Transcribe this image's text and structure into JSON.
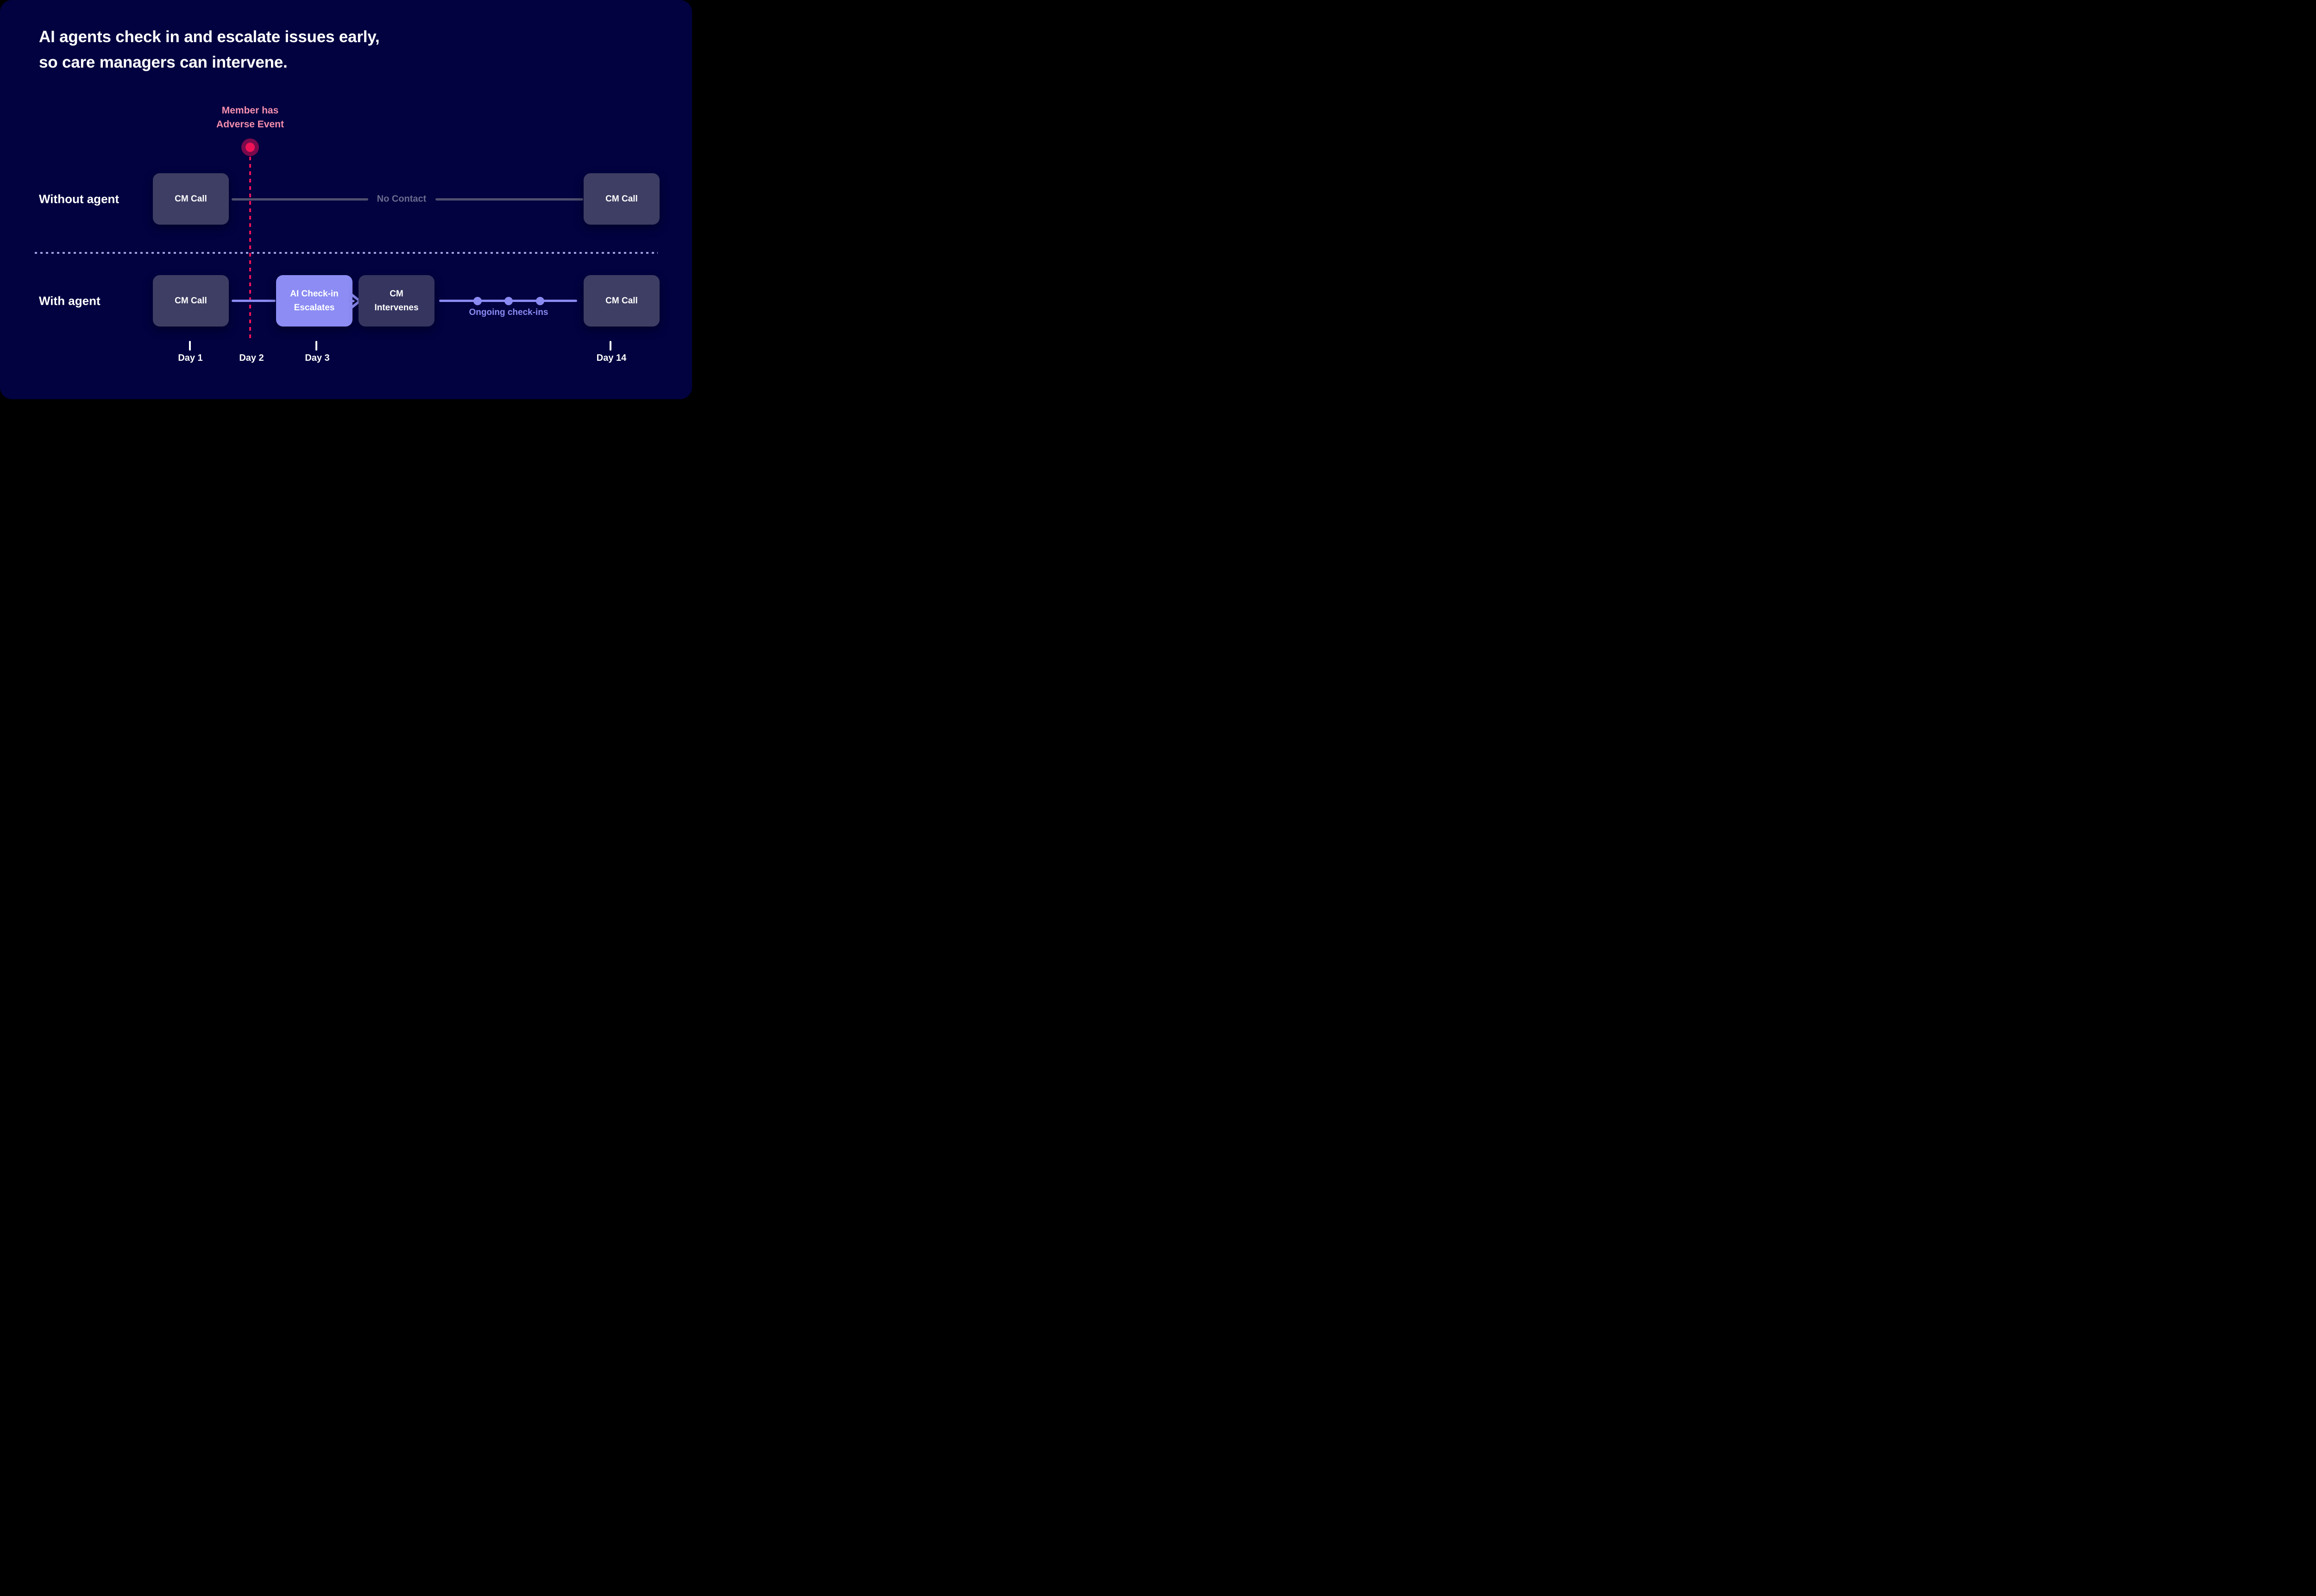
{
  "title": {
    "line1": "AI agents check in and escalate issues early,",
    "line2": "so care managers can intervene."
  },
  "event_marker": {
    "label_line1": "Member has",
    "label_line2": "Adverse Event"
  },
  "rows": {
    "without": {
      "label": "Without agent",
      "box_start": "CM Call",
      "segment_label": "No Contact",
      "box_end": "CM Call"
    },
    "with": {
      "label": "With agent",
      "box_start": "CM Call",
      "escalate_box_line1": "AI Check-in",
      "escalate_box_line2": "Escalates",
      "intervene_box_line1": "CM",
      "intervene_box_line2": "Intervenes",
      "checkins_label": "Ongoing check-ins",
      "box_end": "CM Call"
    }
  },
  "timeline": {
    "day1": "Day 1",
    "day2": "Day 2",
    "day3": "Day 3",
    "day14": "Day 14"
  },
  "colors": {
    "page_bg": "#000000",
    "card_bg": "#020240",
    "text_primary": "#FFFFFF",
    "accent_periwinkle": "#8A8AF2",
    "escalate_box_bg": "#8C8CF4",
    "box_bg": "#3E3E64",
    "intervene_box_bg": "#353560",
    "muted_line": "#50506F",
    "muted_text": "#6B6B8F",
    "divider": "#9E9EE2",
    "event_pink": "#F58FAD",
    "event_red": "#EF1257"
  }
}
